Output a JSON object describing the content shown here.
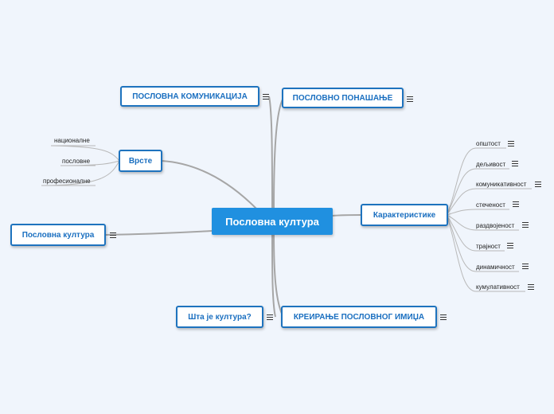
{
  "central": {
    "label": "Пословна култура"
  },
  "topics": {
    "komunikacija": "ПОСЛОВНА КОМУНИКАЦИЈА",
    "ponasanje": "ПОСЛОВНО ПОНАШАЊЕ",
    "vrste": "Врсте",
    "poslovna_kultura": "Пословна култура",
    "karakteristike": "Карактеристике",
    "sta_je": "Шта је култура?",
    "kreiranje": "КРЕИРАЊЕ ПОСЛОВНОГ ИМИЏА"
  },
  "vrste_items": [
    "националне",
    "пословне",
    "професионалне"
  ],
  "karakteristike_items": [
    "општост",
    "дељивост",
    "комуникативност",
    "стеченост",
    "раздвојеност",
    "трајност",
    "динамичност",
    "кумулативност"
  ],
  "icons": {
    "note": "notes-icon"
  },
  "colors": {
    "accent": "#2090e0",
    "border": "#1e73be",
    "text": "#1a6fc0",
    "background": "#f0f5fc"
  }
}
